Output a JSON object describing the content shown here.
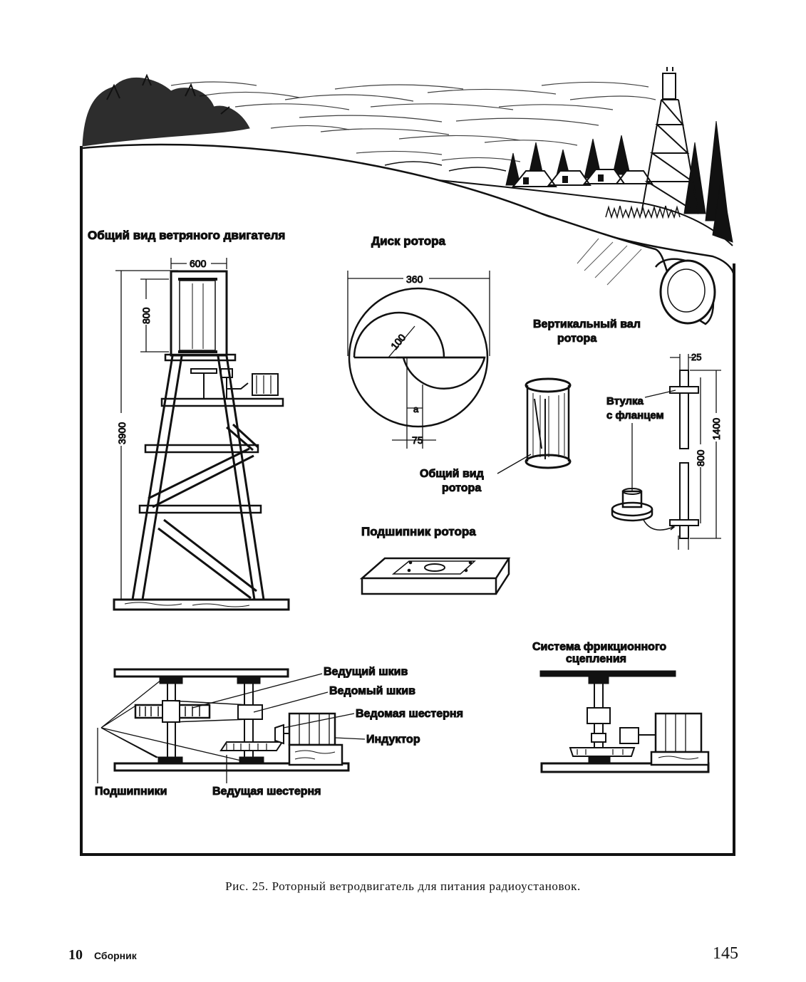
{
  "figure": {
    "labels": {
      "general_view": "Общий вид ветряного двигателя",
      "rotor_disk": "Диск ротора",
      "vertical_shaft_line1": "Вертикальный вал",
      "vertical_shaft_line2": "ротора",
      "bushing_line1": "Втулка",
      "bushing_line2": "с фланцем",
      "rotor_view_line1": "Общий вид",
      "rotor_view_line2": "ротора",
      "rotor_bearing": "Подшипник ротора",
      "friction_line1": "Система фрикционного",
      "friction_line2": "сцепления",
      "driving_pulley": "Ведущий шкив",
      "driven_pulley": "Ведомый шкив",
      "driven_gear": "Ведомая шестерня",
      "inductor": "Индуктор",
      "bearings": "Подшипники",
      "driving_gear": "Ведущая шестерня"
    },
    "dimensions": {
      "frame_width": "600",
      "frame_height": "800",
      "tower_height": "3900",
      "disk_diameter": "360",
      "disk_radius": "100",
      "disk_offset_a": "a",
      "disk_offset": "75",
      "shaft_top": "25",
      "shaft_total": "1400",
      "shaft_lower": "800"
    }
  },
  "caption": "Рис. 25. Роторный ветродвигатель для питания радиоустановок.",
  "footer": {
    "signature_number": "10",
    "signature_word": "Сборник",
    "page_number": "145"
  }
}
